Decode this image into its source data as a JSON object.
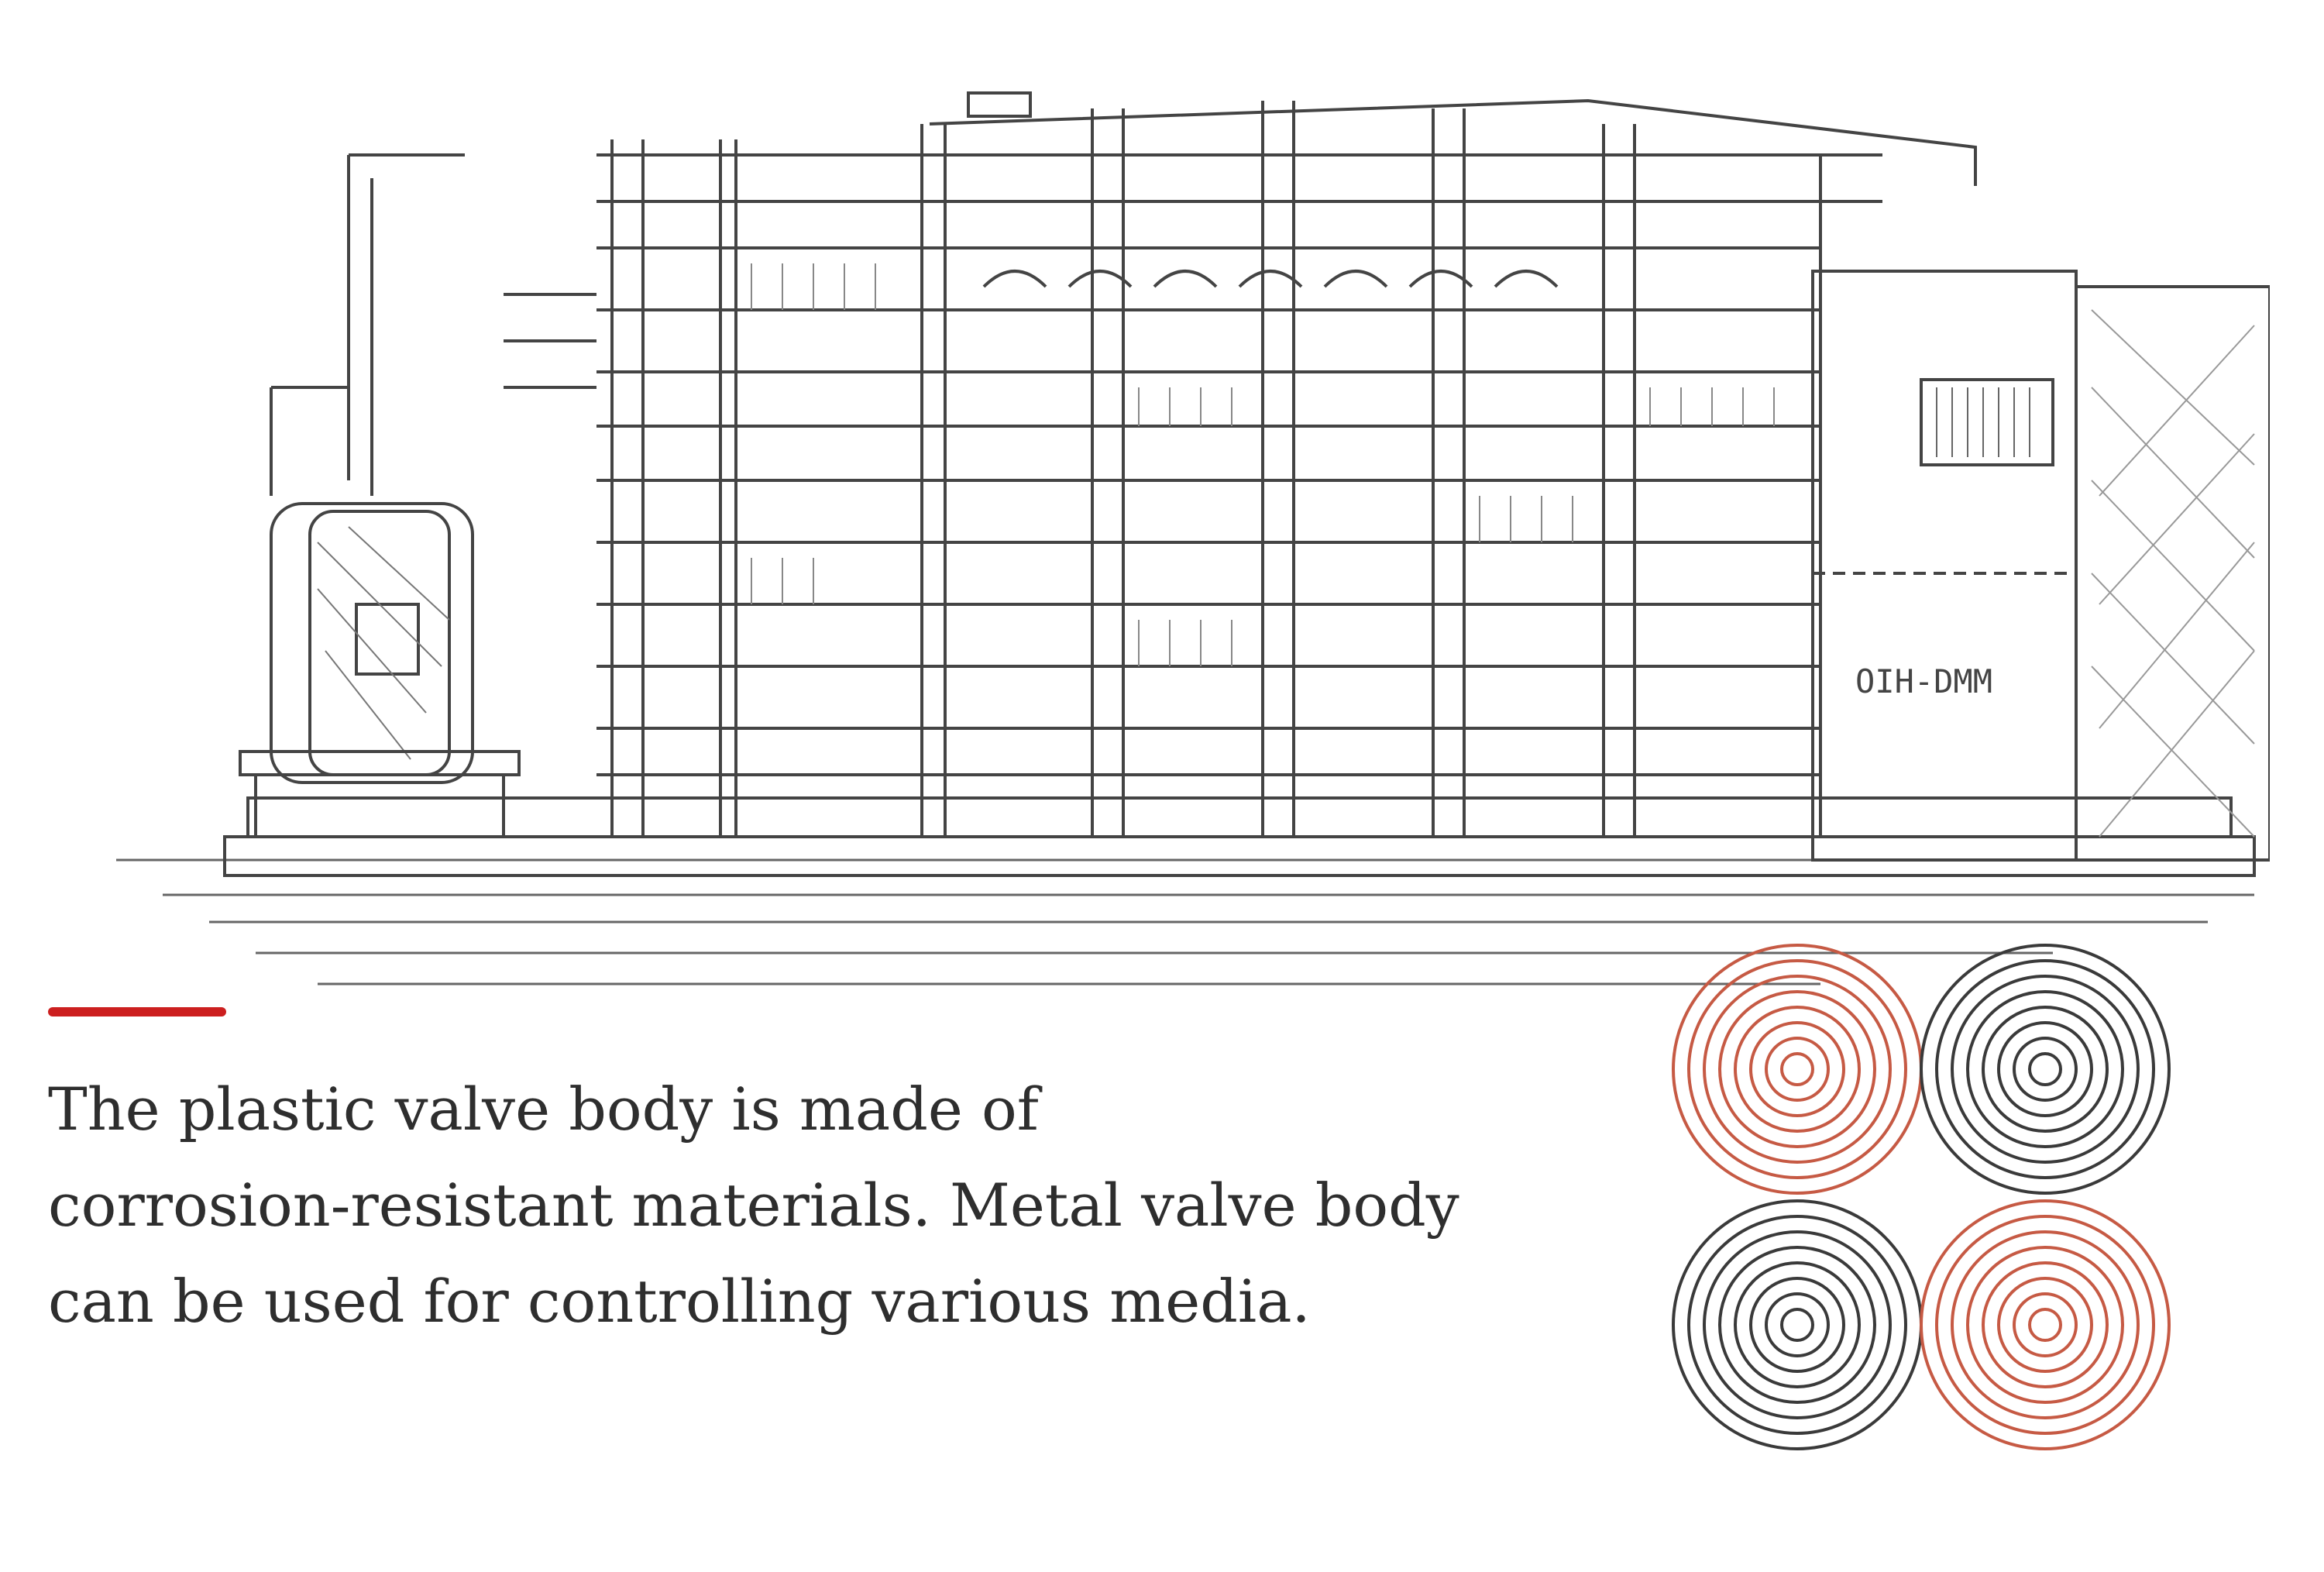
{
  "caption": {
    "lines": [
      "The plastic valve body is made of",
      "corrosion-resistant materials. Metal valve body",
      "can be used for controlling various media."
    ]
  },
  "sketch": {
    "panel_label": "OIH-DMM"
  },
  "colors": {
    "accent": "#cc1f1f",
    "ink": "#2e2e2e",
    "fingerprint_red": "#c65a44",
    "fingerprint_dark": "#3a3a3a"
  },
  "icons": {
    "illustration": "industrial-plant-sketch",
    "decoration": "fingerprint-pattern"
  }
}
